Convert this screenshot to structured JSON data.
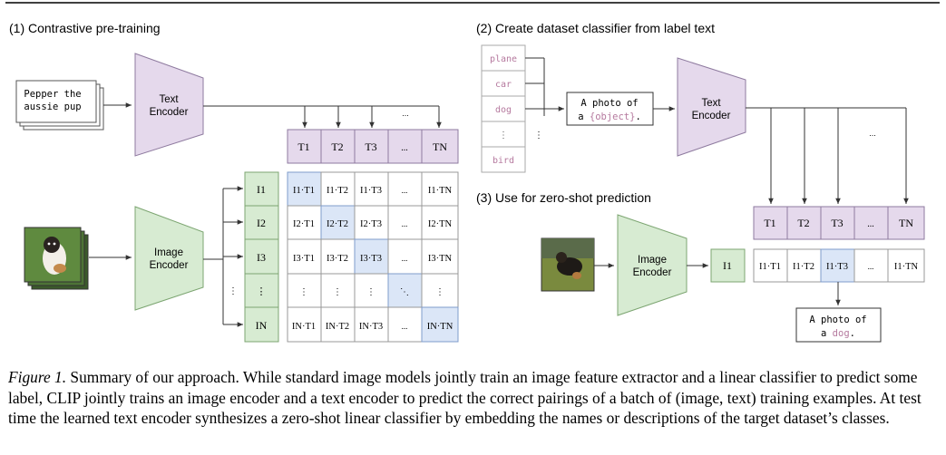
{
  "section1": {
    "title": "(1) Contrastive pre-training",
    "text_card_lines": [
      "Pepper the",
      "aussie pup"
    ],
    "text_encoder": [
      "Text",
      "Encoder"
    ],
    "image_encoder": [
      "Image",
      "Encoder"
    ],
    "t_header": [
      "T1",
      "T2",
      "T3",
      "...",
      "TN"
    ],
    "i_labels": [
      "I1",
      "I2",
      "I3",
      "⋮",
      "IN"
    ],
    "matrix": [
      [
        "I1·T1",
        "I1·T2",
        "I1·T3",
        "...",
        "I1·TN"
      ],
      [
        "I2·T1",
        "I2·T2",
        "I2·T3",
        "...",
        "I2·TN"
      ],
      [
        "I3·T1",
        "I3·T2",
        "I3·T3",
        "...",
        "I3·TN"
      ],
      [
        "⋮",
        "⋮",
        "⋮",
        "⋱",
        "⋮"
      ],
      [
        "IN·T1",
        "IN·T2",
        "IN·T3",
        "...",
        "IN·TN"
      ]
    ],
    "ellipsis_top": "...",
    "ellipsis_side": "⋮"
  },
  "section2": {
    "title": "(2) Create dataset classifier from label text",
    "labels": [
      "plane",
      "car",
      "dog",
      "⋮",
      "bird"
    ],
    "template_prefix": "A photo of",
    "template_article": "a",
    "template_slot": "{object}",
    "template_end": ".",
    "text_encoder": [
      "Text",
      "Encoder"
    ],
    "ellipsis_top": "..."
  },
  "section3": {
    "title": "(3) Use for zero-shot prediction",
    "image_encoder": [
      "Image",
      "Encoder"
    ],
    "i_label": "I1",
    "t_header": [
      "T1",
      "T2",
      "T3",
      "...",
      "TN"
    ],
    "row": [
      "I1·T1",
      "I1·T2",
      "I1·T3",
      "...",
      "I1·TN"
    ],
    "result_line1": "A photo of",
    "result_article": "a",
    "result_word": "dog",
    "result_end": "."
  },
  "caption": {
    "lead": "Figure 1.",
    "text": " Summary of our approach. While standard image models jointly train an image feature extractor and a linear classifier to predict some label, CLIP jointly trains an image encoder and a text encoder to predict the correct pairings of a batch of (image, text) training examples. At test time the learned text encoder synthesizes a zero-shot linear classifier by embedding the names or descriptions of the target dataset’s classes."
  },
  "colors": {
    "text_encoder_fill": "#e5d9ec",
    "text_encoder_stroke": "#8e7a9f",
    "image_encoder_fill": "#d7ebd2",
    "image_encoder_stroke": "#7ca571",
    "highlight_fill": "#dbe6f7",
    "highlight_stroke": "#7f9ccb",
    "label_text": "#b5799e"
  }
}
